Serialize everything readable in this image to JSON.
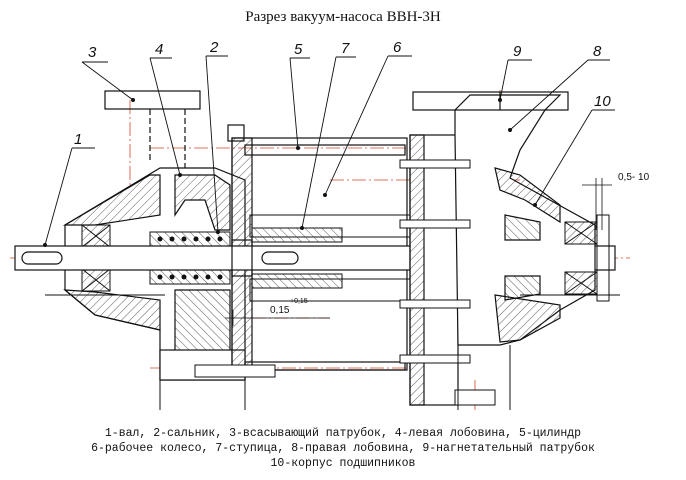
{
  "title": "Разрез вакуум-насоса ВВН-3Н",
  "callouts": [
    "1",
    "2",
    "3",
    "4",
    "5",
    "6",
    "7",
    "8",
    "9",
    "10"
  ],
  "dimensions": {
    "gap": "0,5- 10",
    "clearance": "0,15",
    "clearance_tol": "+0,15"
  },
  "legend": {
    "line1": "1-вал, 2-сальник, 3-всасывающий патрубок, 4-левая лобовина, 5-цилиндр",
    "line2": "6-рабочее колесо, 7-ступица, 8-правая лобовина, 9-нагнетательный патрубок",
    "line3": "10-корпус подшипников"
  },
  "colors": {
    "line": "#111111",
    "centerline": "#d4452a",
    "hatch": "#333333"
  }
}
